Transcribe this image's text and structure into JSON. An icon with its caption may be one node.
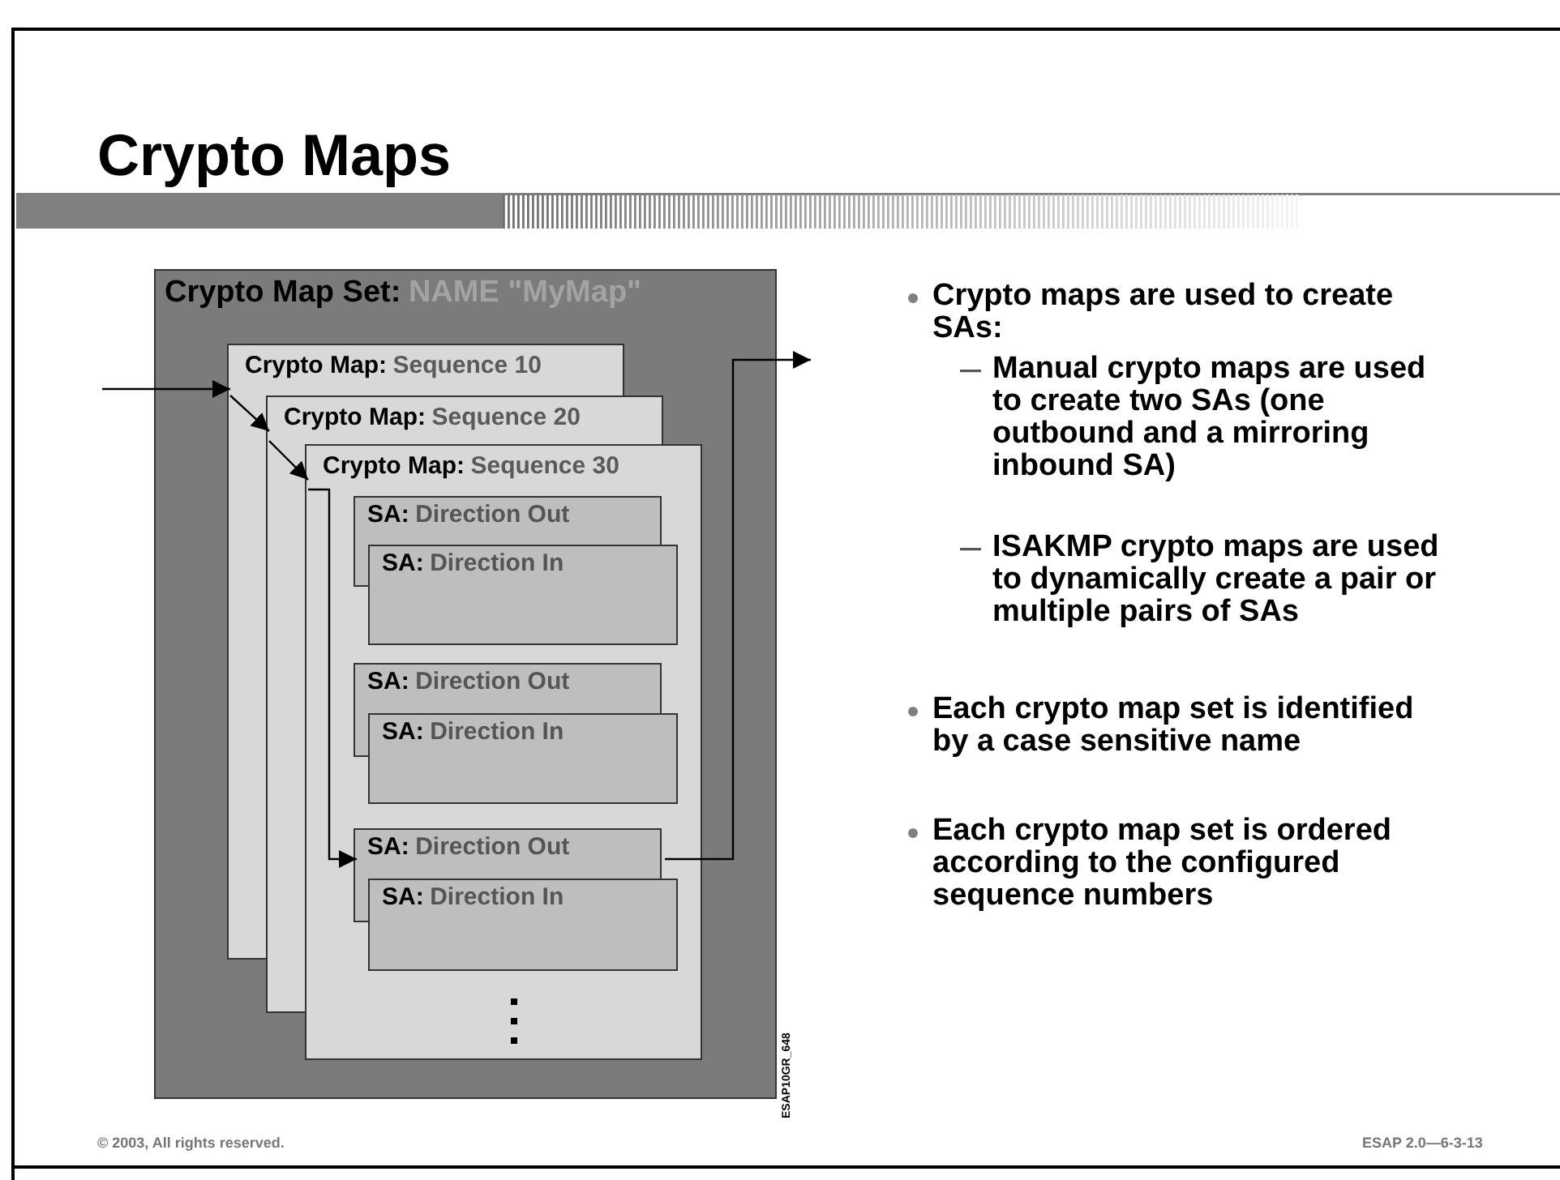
{
  "diagram": {
    "title": "Crypto Maps",
    "nodes": [
      {
        "text": [
          "Crypto Map Set:",
          "NAME \"MyMap\""
        ]
      },
      {
        "text": [
          "Crypto Map:",
          "Sequence 10"
        ],
        "in": 0
      },
      {
        "text": [
          "Crypto Map:",
          "Sequence 20"
        ],
        "in": 0
      },
      {
        "text": [
          "Crypto Map:",
          "Sequence 30"
        ],
        "in": 0
      },
      {
        "text": [
          "SA:",
          "Direction Out"
        ],
        "in": 3
      },
      {
        "text": [
          "SA:",
          "Direction In"
        ],
        "in": 3
      },
      {
        "text": [
          "SA:",
          "Direction Out"
        ],
        "in": 3
      },
      {
        "text": [
          "SA:",
          "Direction In"
        ],
        "in": 3
      },
      {
        "text": [
          "SA:",
          "Direction Out"
        ],
        "in": 3
      },
      {
        "text": [
          "SA:",
          "Direction In"
        ],
        "in": 3
      }
    ],
    "edges": [
      {
        "from": null,
        "to": 1,
        "arrow": "to"
      },
      {
        "from": 1,
        "to": 2,
        "arrow": "to"
      },
      {
        "from": 2,
        "to": 3,
        "arrow": "to"
      },
      {
        "from": 3,
        "to": 8,
        "arrow": "to"
      },
      {
        "from": 8,
        "to": null,
        "arrow": "to"
      }
    ],
    "labels": [
      "Crypto maps are used to create SAs:",
      "Manual crypto maps are used to create two SAs (one outbound and a mirroring inbound SA)",
      "ISAKMP crypto maps are used to dynamically create a pair or multiple pairs of SAs",
      "Each crypto map set is identified by a case sensitive name",
      "Each crypto map set is ordered according to the configured sequence numbers",
      "ESAP10GR_648",
      "© 2003, All rights reserved.",
      "ESAP 2.0—6-3-13"
    ]
  }
}
